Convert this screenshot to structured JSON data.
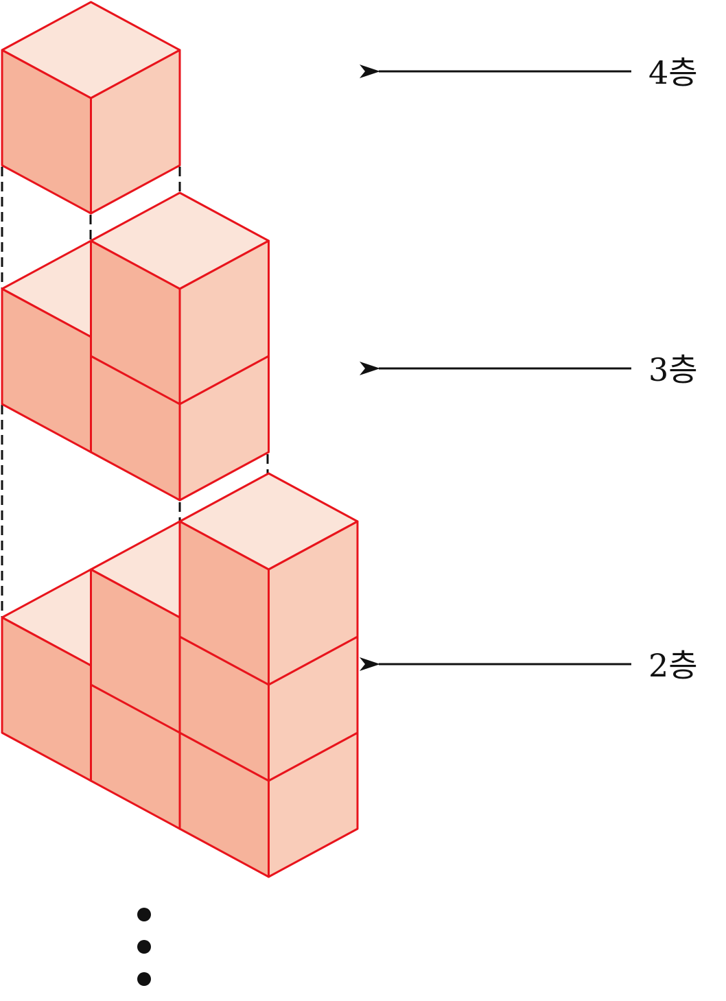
{
  "figure": {
    "layers": [
      {
        "id": "layer-4",
        "label": "4층",
        "cubes": 1
      },
      {
        "id": "layer-3",
        "label": "3층",
        "cubes": 3
      },
      {
        "id": "layer-2",
        "label": "2층",
        "cubes": 6
      }
    ],
    "continuation": "vertical-ellipsis",
    "colors": {
      "edge": "#e8141c",
      "top_face": "#fbe4d9",
      "left_face": "#f6b39b",
      "right_face": "#f9ccb9",
      "guide": "#111111",
      "arrow": "#111111"
    }
  }
}
